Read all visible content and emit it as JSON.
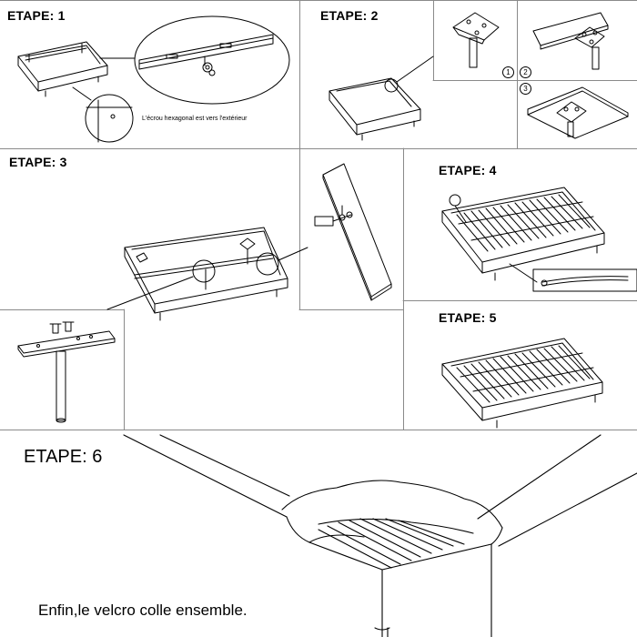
{
  "steps": [
    {
      "id": 1,
      "title": "ETAPE: 1",
      "note": "L'écrou hexagonal est vers l'extérieur"
    },
    {
      "id": 2,
      "title": "ETAPE: 2",
      "substeps": [
        "1",
        "2",
        "3"
      ]
    },
    {
      "id": 3,
      "title": "ETAPE: 3"
    },
    {
      "id": 4,
      "title": "ETAPE: 4"
    },
    {
      "id": 5,
      "title": "ETAPE: 5"
    },
    {
      "id": 6,
      "title": "ETAPE: 6",
      "caption": "Enfin,le velcro colle ensemble."
    }
  ],
  "colors": {
    "line": "#000000",
    "background": "#ffffff",
    "panel_border": "#8a8a8a"
  }
}
